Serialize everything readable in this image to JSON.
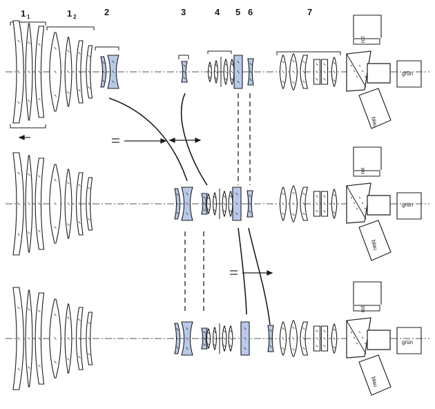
{
  "group_labels": {
    "g11": "1",
    "g11_sub": "1",
    "g12": "1",
    "g12_sub": "2",
    "g2": "2",
    "g3": "3",
    "g4": "4",
    "g5": "5",
    "g6": "6",
    "g7": "7"
  },
  "prism_ports": {
    "red": "rot",
    "green": "grün",
    "blue": "blau"
  },
  "colors": {
    "ink": "#1a1a1a",
    "moving_lens_fill": "#b9c9ea",
    "glass_fill": "#ffffff"
  },
  "icons": {
    "move_arrow": "double-headed-arrow",
    "equals_sign": "equals-icon"
  }
}
